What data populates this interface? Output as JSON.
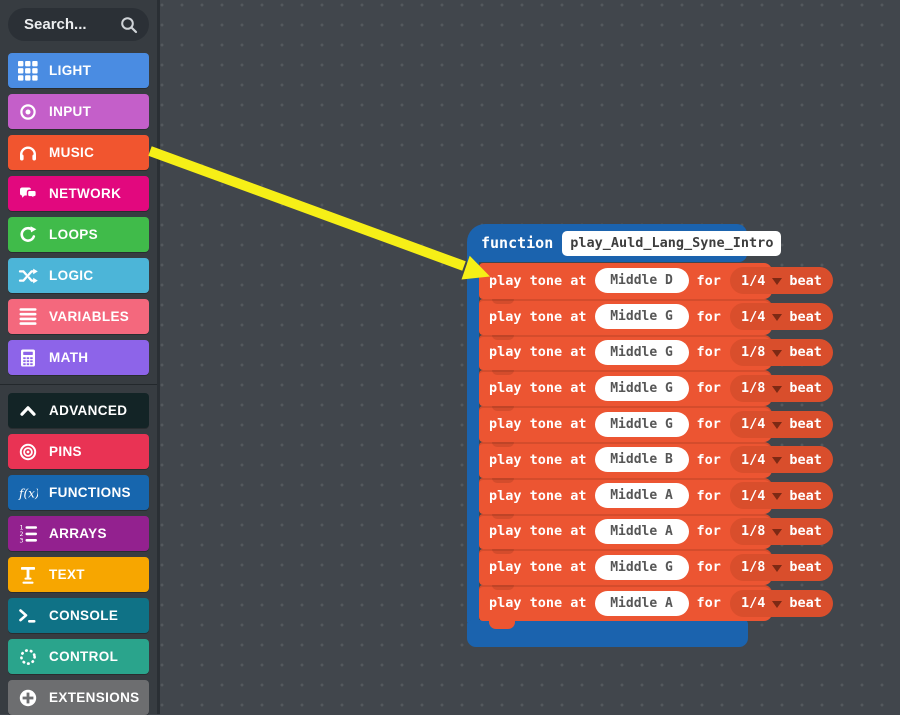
{
  "search": {
    "placeholder": "Search...",
    "icon": "search-icon"
  },
  "sidebar": {
    "divider_before": "advanced",
    "categories": [
      {
        "id": "light",
        "label": "LIGHT",
        "color": "#4a8ce2",
        "icon": "grid-icon"
      },
      {
        "id": "input",
        "label": "INPUT",
        "color": "#c45fc9",
        "icon": "circle-dot-icon"
      },
      {
        "id": "music",
        "label": "MUSIC",
        "color": "#f1552f",
        "icon": "headphones-icon"
      },
      {
        "id": "network",
        "label": "NETWORK",
        "color": "#e2087e",
        "icon": "chat-bubbles-icon"
      },
      {
        "id": "loops",
        "label": "LOOPS",
        "color": "#40bb4a",
        "icon": "loop-icon"
      },
      {
        "id": "logic",
        "label": "LOGIC",
        "color": "#4cb5d8",
        "icon": "shuffle-icon"
      },
      {
        "id": "variables",
        "label": "VARIABLES",
        "color": "#f4687d",
        "icon": "list-icon"
      },
      {
        "id": "math",
        "label": "MATH",
        "color": "#8d64e9",
        "icon": "calculator-icon"
      },
      {
        "id": "advanced",
        "label": "ADVANCED",
        "color": "#132426",
        "icon": "chevron-up-icon"
      },
      {
        "id": "pins",
        "label": "PINS",
        "color": "#e93354",
        "icon": "bullseye-icon"
      },
      {
        "id": "functions",
        "label": "FUNCTIONS",
        "color": "#1766ae",
        "icon": "fx-icon"
      },
      {
        "id": "arrays",
        "label": "ARRAYS",
        "color": "#93218f",
        "icon": "numbered-list-icon"
      },
      {
        "id": "text",
        "label": "TEXT",
        "color": "#f7a600",
        "icon": "text-icon"
      },
      {
        "id": "console",
        "label": "CONSOLE",
        "color": "#0f7286",
        "icon": "terminal-icon"
      },
      {
        "id": "control",
        "label": "CONTROL",
        "color": "#2aa48c",
        "icon": "dotted-circle-icon"
      },
      {
        "id": "extensions",
        "label": "EXTENSIONS",
        "color": "#6d6e70",
        "icon": "plus-circle-icon"
      }
    ]
  },
  "workspace": {
    "function_block": {
      "keyword": "function",
      "name": "play_Auld_Lang_Syne_Intro",
      "color": "#1b63ae"
    },
    "block_colors": {
      "statement": "#ec5532",
      "dropdown": "#d94e2c",
      "caret": "#7d2914"
    },
    "statement_labels": {
      "play_tone_at": "play tone at",
      "for_word": "for",
      "beat": "beat"
    },
    "statements": [
      {
        "note": "Middle D",
        "duration": "1/4"
      },
      {
        "note": "Middle G",
        "duration": "1/4"
      },
      {
        "note": "Middle G",
        "duration": "1/8"
      },
      {
        "note": "Middle G",
        "duration": "1/8"
      },
      {
        "note": "Middle G",
        "duration": "1/4"
      },
      {
        "note": "Middle B",
        "duration": "1/4"
      },
      {
        "note": "Middle A",
        "duration": "1/4"
      },
      {
        "note": "Middle A",
        "duration": "1/8"
      },
      {
        "note": "Middle G",
        "duration": "1/8"
      },
      {
        "note": "Middle A",
        "duration": "1/4"
      }
    ]
  },
  "annotation": {
    "arrow_color": "#f6ef17"
  }
}
